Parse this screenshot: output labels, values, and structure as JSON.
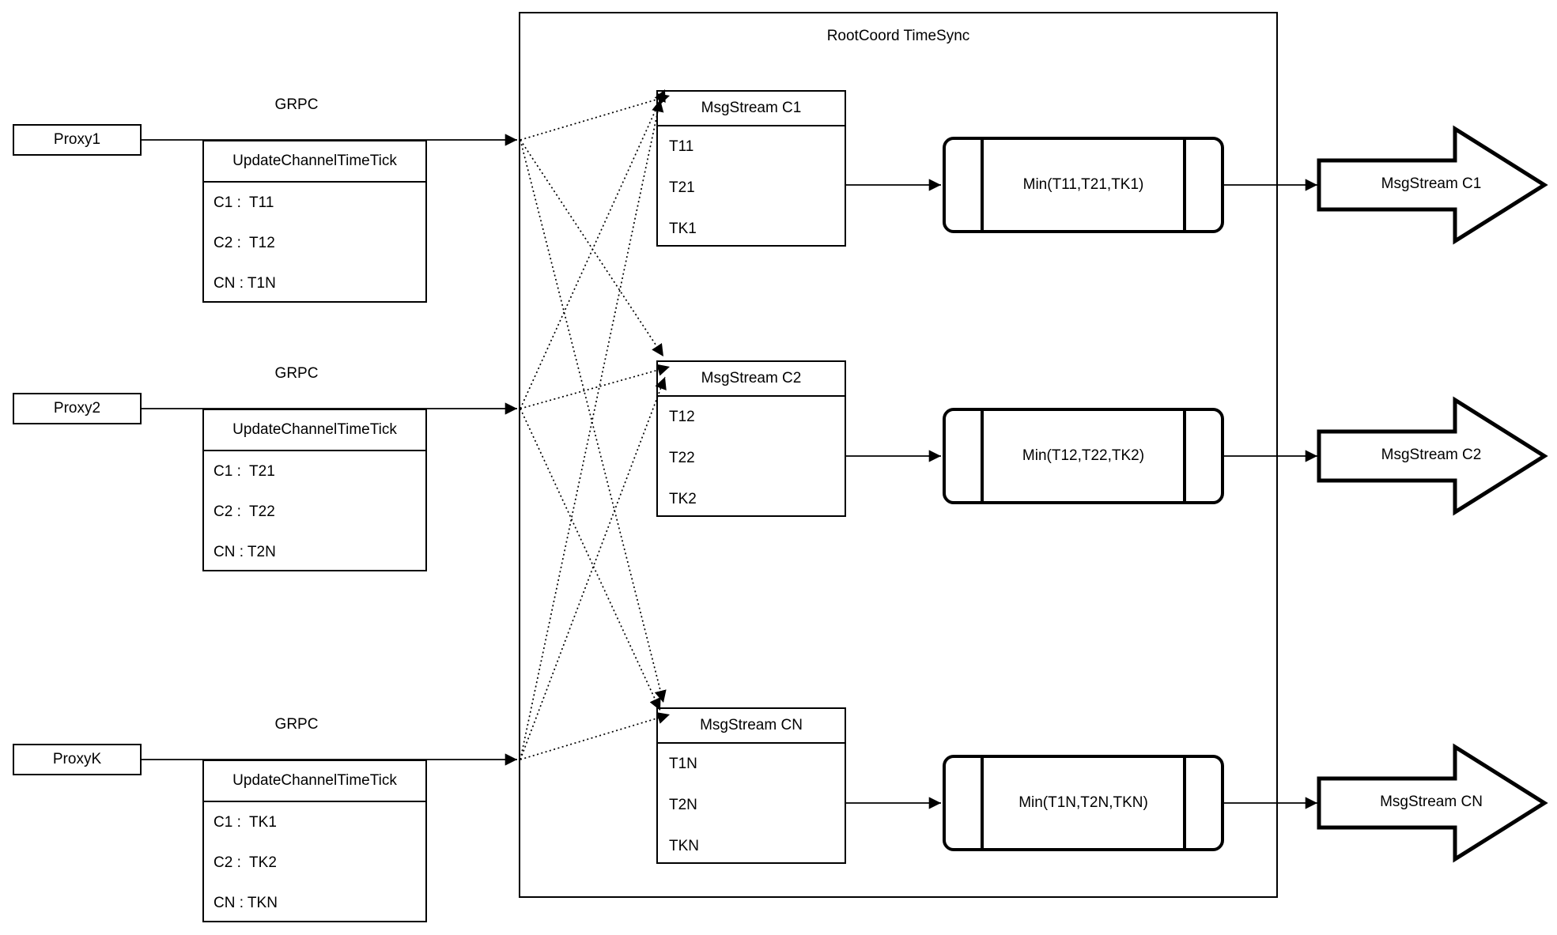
{
  "diagram_title": "RootCoord TimeSync",
  "rows": [
    {
      "proxy": "Proxy1",
      "grpc": "GRPC",
      "table": {
        "header": "UpdateChannelTimeTick",
        "rows": [
          "C1 :  T11",
          "C2 :  T12",
          "CN : T1N"
        ]
      },
      "stream": {
        "header": "MsgStream C1",
        "values": [
          "T11",
          "T21",
          "TK1"
        ]
      },
      "min": "Min(T11,T21,TK1)",
      "out": "MsgStream C1"
    },
    {
      "proxy": "Proxy2",
      "grpc": "GRPC",
      "table": {
        "header": "UpdateChannelTimeTick",
        "rows": [
          "C1 :  T21",
          "C2 :  T22",
          "CN : T2N"
        ]
      },
      "stream": {
        "header": "MsgStream C2",
        "values": [
          "T12",
          "T22",
          "TK2"
        ]
      },
      "min": "Min(T12,T22,TK2)",
      "out": "MsgStream C2"
    },
    {
      "proxy": "ProxyK",
      "grpc": "GRPC",
      "table": {
        "header": "UpdateChannelTimeTick",
        "rows": [
          "C1 :  TK1",
          "C2 :  TK2",
          "CN : TKN"
        ]
      },
      "stream": {
        "header": "MsgStream CN",
        "values": [
          "T1N",
          "T2N",
          "TKN"
        ]
      },
      "min": "Min(T1N,T2N,TKN)",
      "out": "MsgStream CN"
    }
  ],
  "colors": {
    "stroke": "#000000",
    "background": "#ffffff"
  }
}
